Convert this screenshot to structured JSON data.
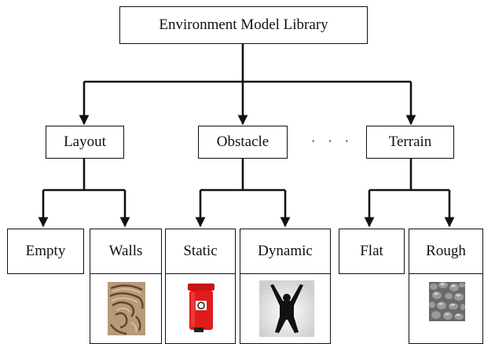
{
  "root": {
    "label": "Environment Model Library"
  },
  "categories": [
    {
      "label": "Layout",
      "children": [
        {
          "label": "Empty",
          "has_image": false
        },
        {
          "label": "Walls",
          "has_image": true,
          "image": "maze-walls-icon"
        }
      ]
    },
    {
      "label": "Obstacle",
      "children": [
        {
          "label": "Static",
          "has_image": true,
          "image": "red-bin-icon"
        },
        {
          "label": "Dynamic",
          "has_image": true,
          "image": "person-silhouette-icon"
        }
      ]
    },
    {
      "label": "Terrain",
      "children": [
        {
          "label": "Flat",
          "has_image": false
        },
        {
          "label": "Rough",
          "has_image": true,
          "image": "rough-gravel-icon"
        }
      ]
    }
  ],
  "ellipsis": "· · ·"
}
